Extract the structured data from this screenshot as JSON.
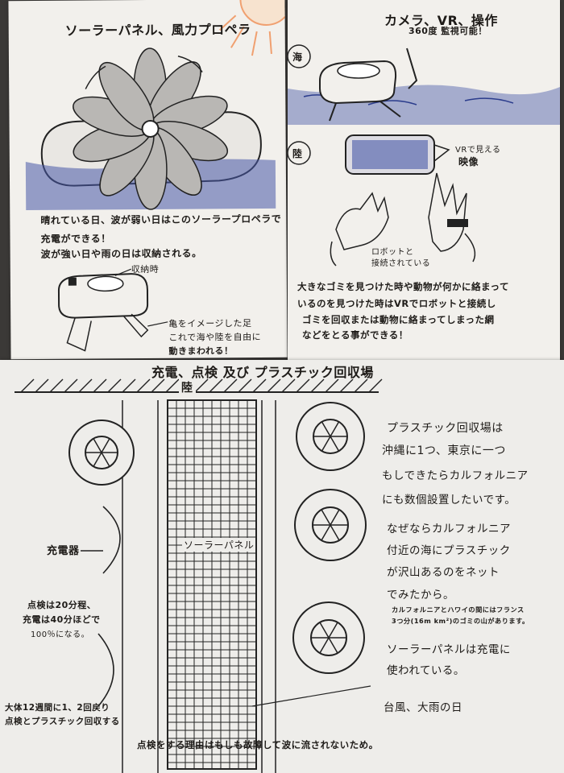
{
  "panel1": {
    "title": "ソーラーパネル、風力プロペラ",
    "desc_line1": "晴れている日、波が弱い日はこのソーラープロペラで",
    "desc_line2": "充電ができる！",
    "desc_line3": "波が強い日や雨の日は収納される。",
    "stowed_label": "収納時",
    "leg_line1": "亀をイメージした足",
    "leg_line2": "これで海や陸を自由に",
    "leg_line3": "動きまわれる！"
  },
  "panel2": {
    "title": "カメラ、VR、操作",
    "sea_badge": "海",
    "land_badge": "陸",
    "camera_note_line1": "360度 監視可能！",
    "vr_note_line1": "VRで見える",
    "vr_note_line2": "映像",
    "glove_note_line1": "ロボットと",
    "glove_note_line2": "接続されている",
    "desc_line1": "大きなゴミを見つけた時や動物が何かに絡まって",
    "desc_line2": "いるのを見つけた時はVRでロボットと接続し",
    "desc_line3": "ゴミを回収または動物に絡まってしまった網",
    "desc_line4": "などをとる事ができる！"
  },
  "panel3": {
    "title": "充電、点検 及び プラスチック回収場",
    "land_label": "陸",
    "charger_label": "充電器",
    "solar_label": "ソーラーパネル",
    "inspect_line1": "点検は20分程、",
    "inspect_line2": "充電は40分ほどで",
    "inspect_line3": "100％になる。",
    "return_line1": "大体12週間に1、2回戻り",
    "return_line2": "点検とプラスチック回収する",
    "right_line1": "プラスチック回収場は",
    "right_line2": "沖縄に1つ、東京に一つ",
    "right_line3": "もしできたらカルフォルニア",
    "right_line4": "にも数個設置したいです。",
    "right_line5": "なぜならカルフォルニア",
    "right_line6": "付近の海にプラスチック",
    "right_line7": "が沢山あるのをネット",
    "right_line8": "でみたから。",
    "note_line1": "カルフォルニアとハワイの間にはフランス",
    "note_line2": "3つ分(16m km²)のゴミの山があります。",
    "right_line9": "ソーラーパネルは充電に",
    "right_line10": "使われている。",
    "right_line11": "台風、大雨の日",
    "bottom_note": "点検をする理由はもしも故障して波に流されないため。"
  },
  "colors": {
    "paper": "#f2f0ec",
    "ink": "#1e1b18",
    "sea_blue": "#3d4fa0",
    "sun_orange": "#f0a070",
    "background": "#3b3937"
  }
}
